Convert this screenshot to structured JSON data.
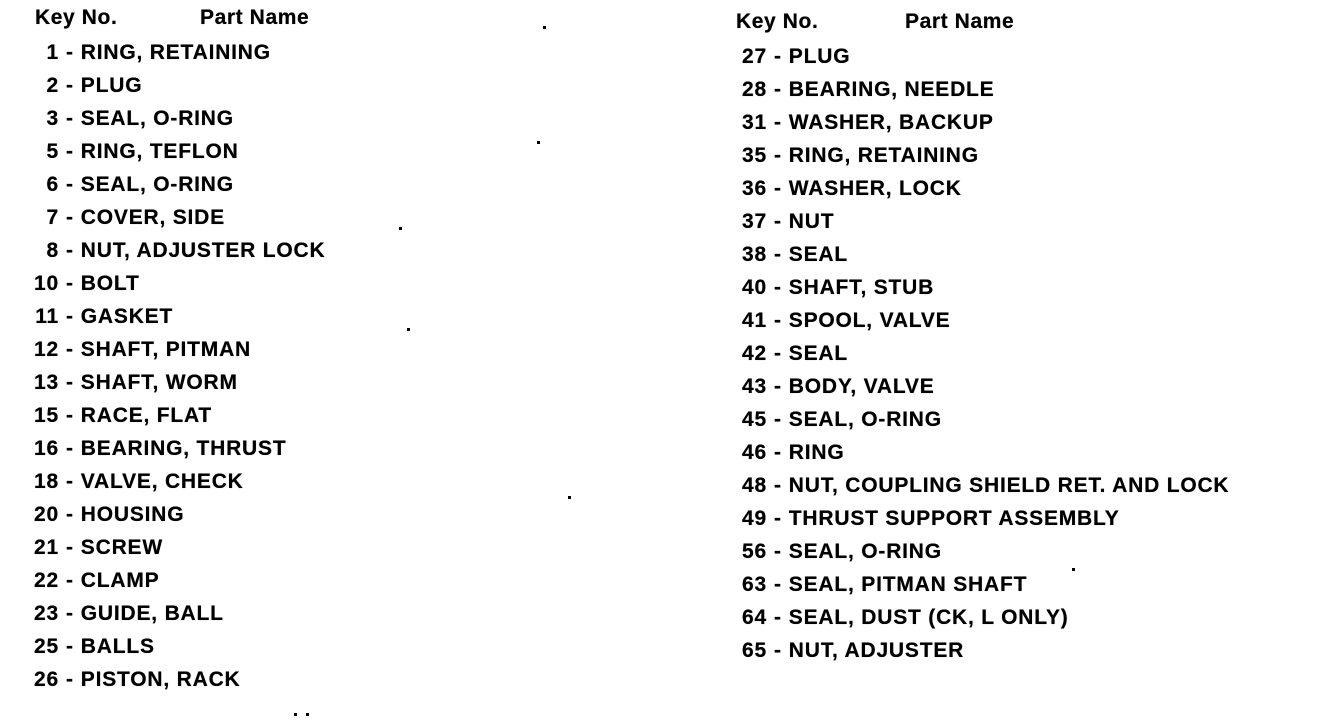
{
  "page": {
    "kind": "scanned parts list",
    "background": "#ffffff",
    "text_color": "#000000"
  },
  "columns": [
    {
      "header": {
        "key_no": "Key No.",
        "part_name": "Part Name"
      },
      "items": [
        {
          "key": "1",
          "name": "RING, RETAINING"
        },
        {
          "key": "2",
          "name": "PLUG"
        },
        {
          "key": "3",
          "name": "SEAL, O-RING"
        },
        {
          "key": "5",
          "name": "RING, TEFLON"
        },
        {
          "key": "6",
          "name": "SEAL, O-RING"
        },
        {
          "key": "7",
          "name": "COVER, SIDE"
        },
        {
          "key": "8",
          "name": "NUT, ADJUSTER LOCK"
        },
        {
          "key": "10",
          "name": "BOLT"
        },
        {
          "key": "11",
          "name": "GASKET"
        },
        {
          "key": "12",
          "name": "SHAFT, PITMAN"
        },
        {
          "key": "13",
          "name": "SHAFT, WORM"
        },
        {
          "key": "15",
          "name": "RACE, FLAT"
        },
        {
          "key": "16",
          "name": "BEARING, THRUST"
        },
        {
          "key": "18",
          "name": "VALVE, CHECK"
        },
        {
          "key": "20",
          "name": "HOUSING"
        },
        {
          "key": "21",
          "name": "SCREW"
        },
        {
          "key": "22",
          "name": "CLAMP"
        },
        {
          "key": "23",
          "name": "GUIDE, BALL"
        },
        {
          "key": "25",
          "name": "BALLS"
        },
        {
          "key": "26",
          "name": "PISTON, RACK"
        }
      ]
    },
    {
      "header": {
        "key_no": "Key No.",
        "part_name": "Part Name"
      },
      "items": [
        {
          "key": "27",
          "name": "PLUG"
        },
        {
          "key": "28",
          "name": "BEARING, NEEDLE"
        },
        {
          "key": "31",
          "name": "WASHER, BACKUP"
        },
        {
          "key": "35",
          "name": "RING, RETAINING"
        },
        {
          "key": "36",
          "name": "WASHER, LOCK"
        },
        {
          "key": "37",
          "name": "NUT"
        },
        {
          "key": "38",
          "name": "SEAL"
        },
        {
          "key": "40",
          "name": "SHAFT, STUB"
        },
        {
          "key": "41",
          "name": "SPOOL, VALVE"
        },
        {
          "key": "42",
          "name": "SEAL"
        },
        {
          "key": "43",
          "name": "BODY, VALVE"
        },
        {
          "key": "45",
          "name": "SEAL, O-RING"
        },
        {
          "key": "46",
          "name": "RING"
        },
        {
          "key": "48",
          "name": "NUT, COUPLING SHIELD RET. AND LOCK"
        },
        {
          "key": "49",
          "name": "THRUST SUPPORT ASSEMBLY"
        },
        {
          "key": "56",
          "name": "SEAL, O-RING"
        },
        {
          "key": "63",
          "name": "SEAL, PITMAN SHAFT"
        },
        {
          "key": "64",
          "name": "SEAL, DUST (CK, L ONLY)"
        },
        {
          "key": "65",
          "name": "NUT, ADJUSTER"
        }
      ]
    }
  ],
  "separator": "-"
}
